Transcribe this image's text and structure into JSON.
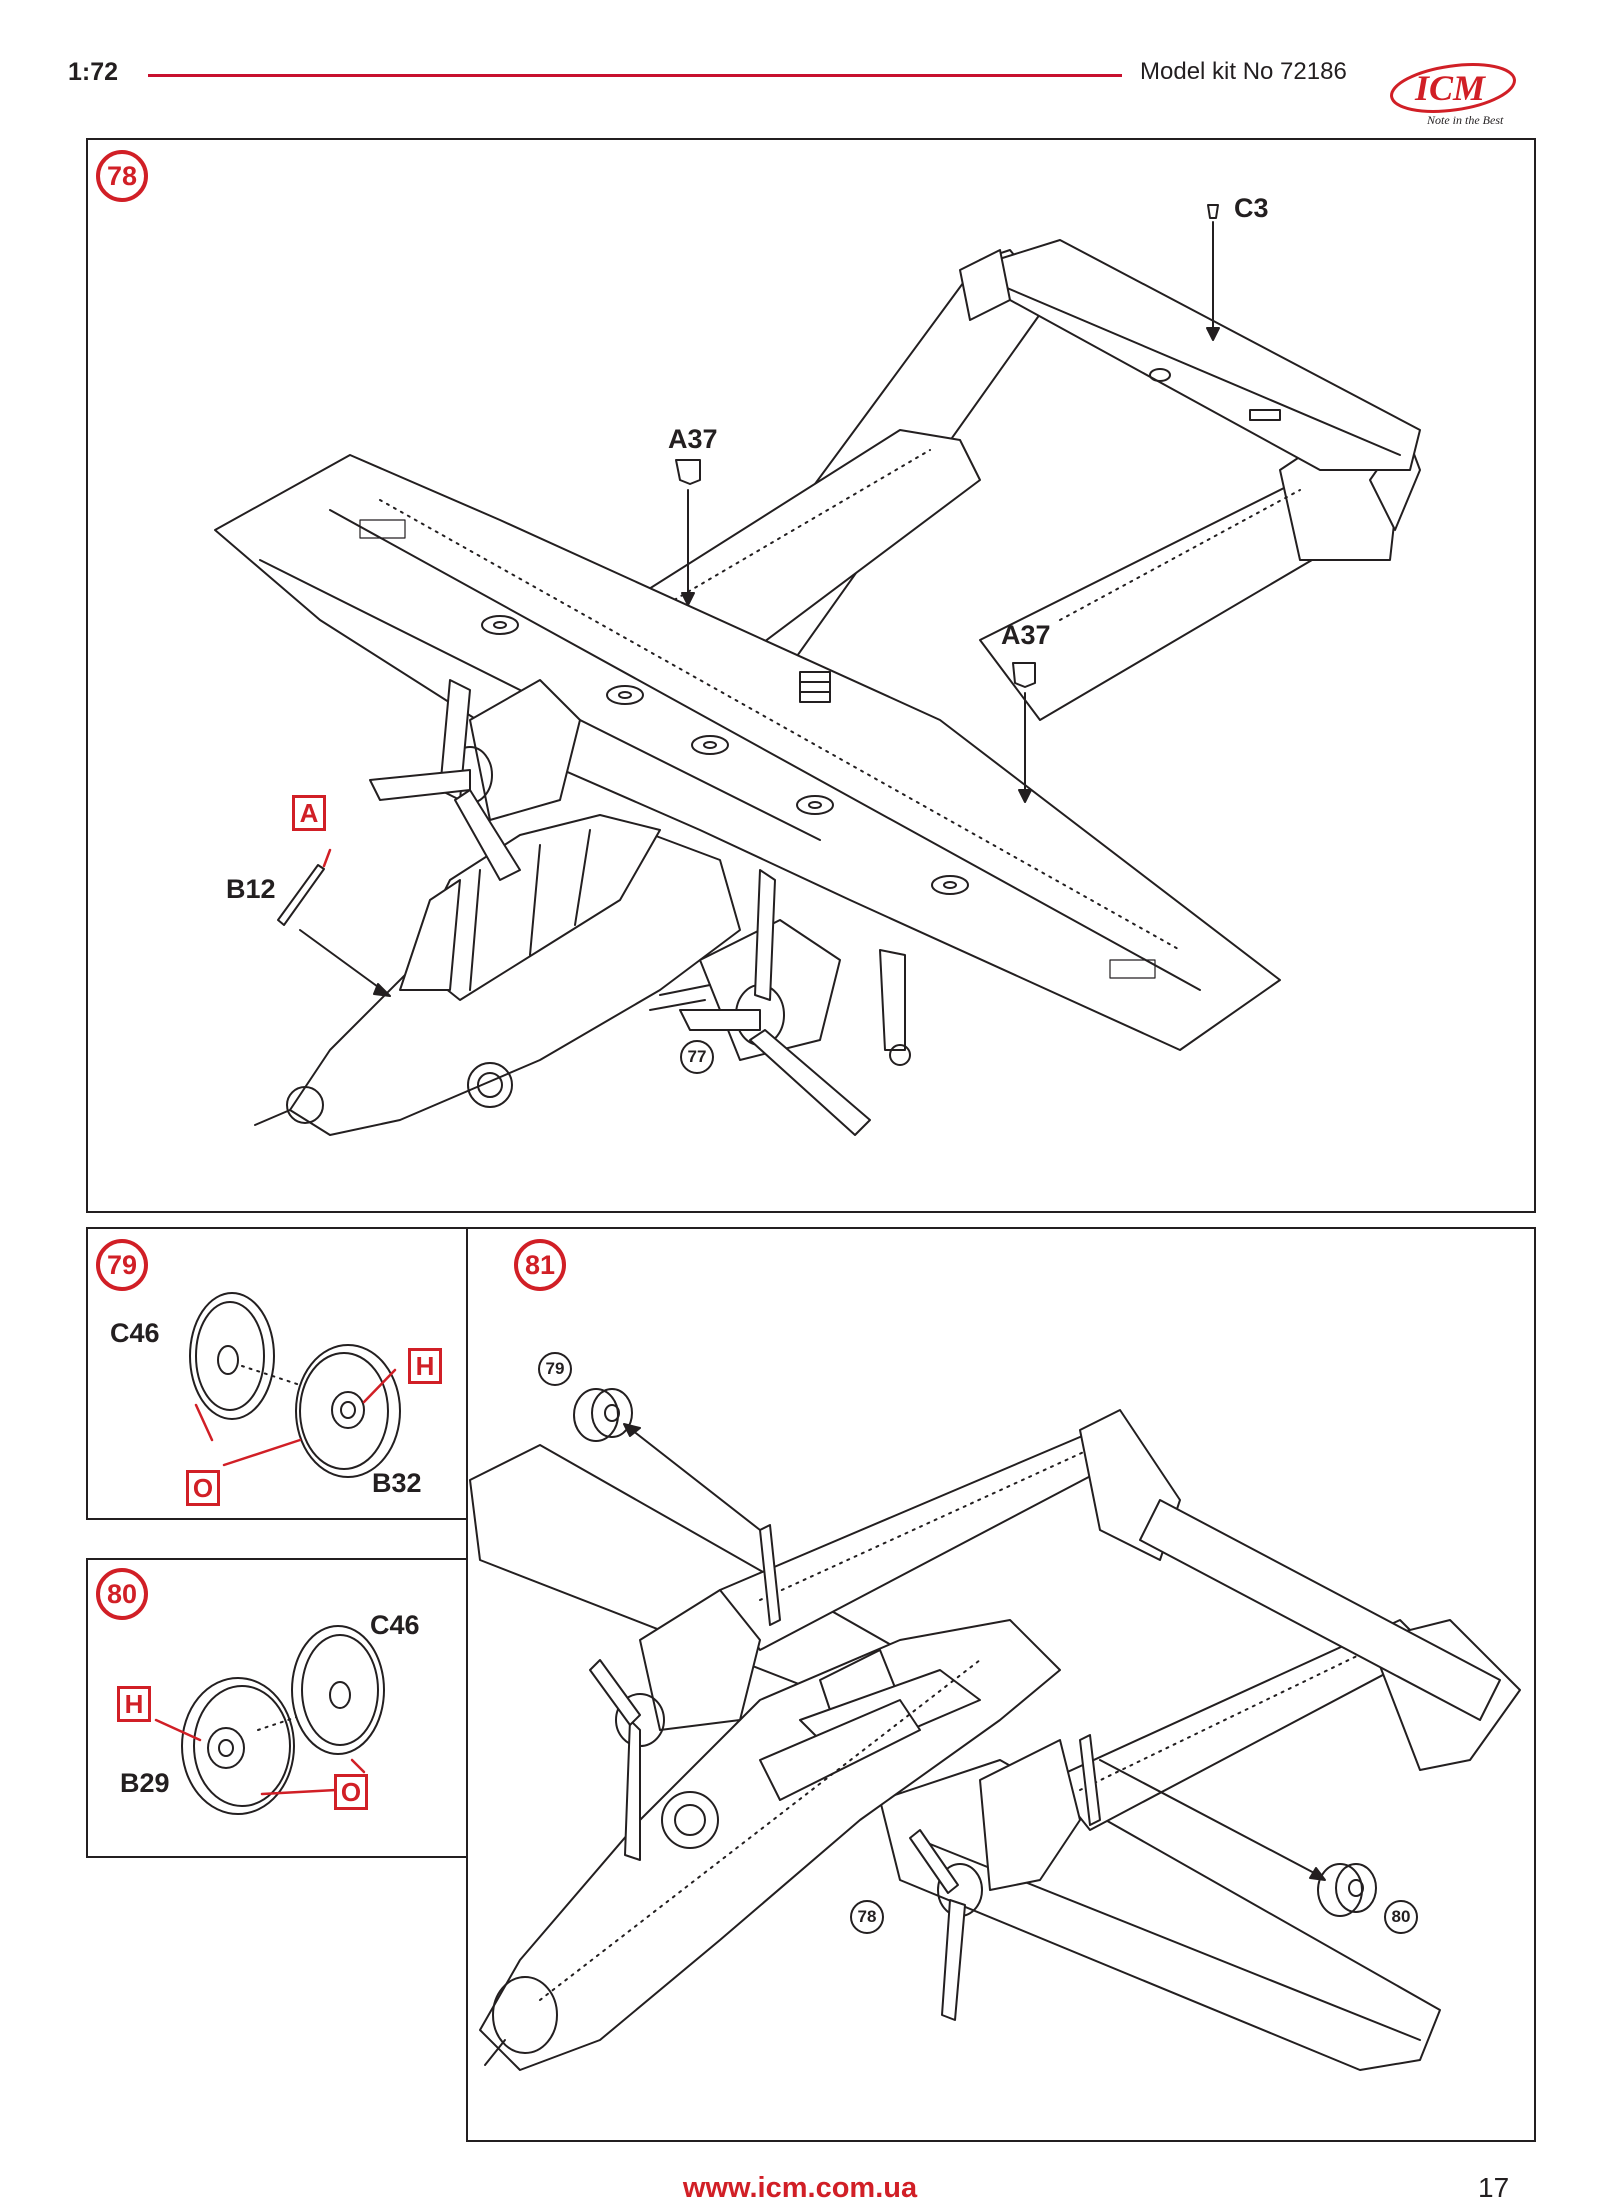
{
  "header": {
    "scale": "1:72",
    "kit": "Model kit No 72186",
    "logo_text": "ICM",
    "logo_tagline": "Note in the Best",
    "accent": "#d11f26"
  },
  "step78": {
    "number": "78",
    "parts": {
      "c3": "C3",
      "a37_left": "A37",
      "a37_right": "A37",
      "b12": "B12"
    },
    "paint": "A",
    "ref": "77"
  },
  "step79": {
    "number": "79",
    "parts": {
      "c46": "C46",
      "b32": "B32"
    },
    "paint_h": "H",
    "paint_o": "O"
  },
  "step80": {
    "number": "80",
    "parts": {
      "c46": "C46",
      "b29": "B29"
    },
    "paint_h": "H",
    "paint_o": "O"
  },
  "step81": {
    "number": "81",
    "ref_79": "79",
    "ref_78": "78",
    "ref_80": "80"
  },
  "footer": {
    "url": "www.icm.com.ua",
    "page": "17"
  }
}
